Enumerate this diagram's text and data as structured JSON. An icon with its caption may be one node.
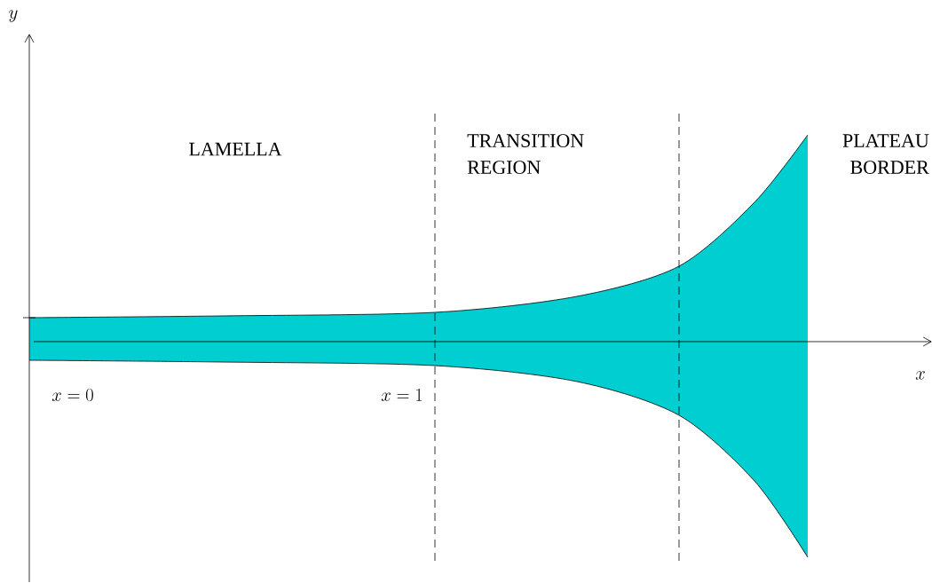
{
  "diagram": {
    "labels": [
      "y",
      "LAMELLA",
      "TRANSITION REGION",
      "PLATEAU BORDER",
      "x",
      "x = 0",
      "x = 1"
    ]
  }
}
